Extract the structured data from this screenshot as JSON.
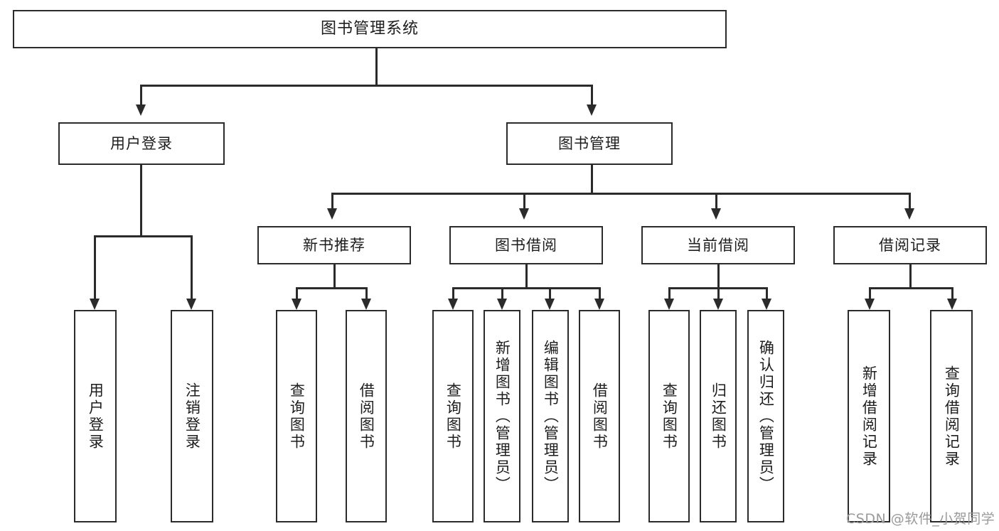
{
  "diagram": {
    "title": "图书管理系统",
    "watermark": "CSDN @软件_小贺同学",
    "type": "tree-hierarchy-chart",
    "levels": 4,
    "colors": {
      "stroke": "#2b2b2b",
      "fill": "#ffffff",
      "text": "#1d1d1d",
      "watermark": "#9a9a9a"
    },
    "root": {
      "label": "图书管理系统"
    },
    "level2": [
      {
        "label": "用户登录"
      },
      {
        "label": "图书管理"
      }
    ],
    "level3": [
      {
        "label": "新书推荐"
      },
      {
        "label": "图书借阅"
      },
      {
        "label": "当前借阅"
      },
      {
        "label": "借阅记录"
      }
    ],
    "leaves": {
      "user_login": [
        {
          "label": "用户登录"
        },
        {
          "label": "注销登录"
        }
      ],
      "new_book_recommend": [
        {
          "label": "查询图书"
        },
        {
          "label": "借阅图书"
        }
      ],
      "book_borrow": [
        {
          "label": "查询图书"
        },
        {
          "label": "新增图书（管理员）"
        },
        {
          "label": "编辑图书（管理员）"
        },
        {
          "label": "借阅图书"
        }
      ],
      "current_borrow": [
        {
          "label": "查询图书"
        },
        {
          "label": "归还图书"
        },
        {
          "label": "确认归还（管理员）"
        }
      ],
      "borrow_record": [
        {
          "label": "新增借阅记录"
        },
        {
          "label": "查询借阅记录"
        }
      ]
    }
  }
}
